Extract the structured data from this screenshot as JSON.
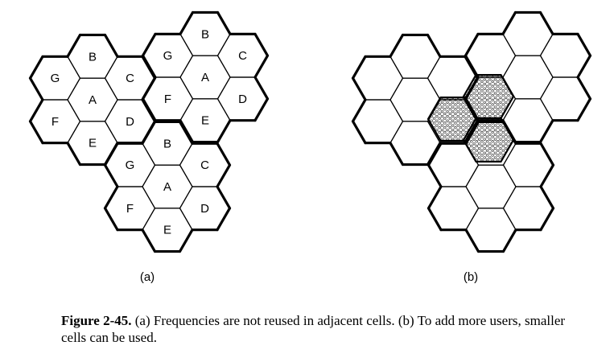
{
  "panels": [
    {
      "label": "(a)",
      "clusters": [
        [
          "A",
          "B",
          "C",
          "D",
          "E",
          "F",
          "G"
        ],
        [
          "A",
          "B",
          "C",
          "D",
          "E",
          "F",
          "G"
        ],
        [
          "A",
          "B",
          "C",
          "D",
          "E",
          "F",
          "G"
        ]
      ]
    },
    {
      "label": "(b)"
    }
  ],
  "caption": {
    "figure_number": "Figure 2-45.",
    "text": " (a) Frequencies are not reused in adjacent cells.  (b) To add more users, smaller cells can be used."
  }
}
